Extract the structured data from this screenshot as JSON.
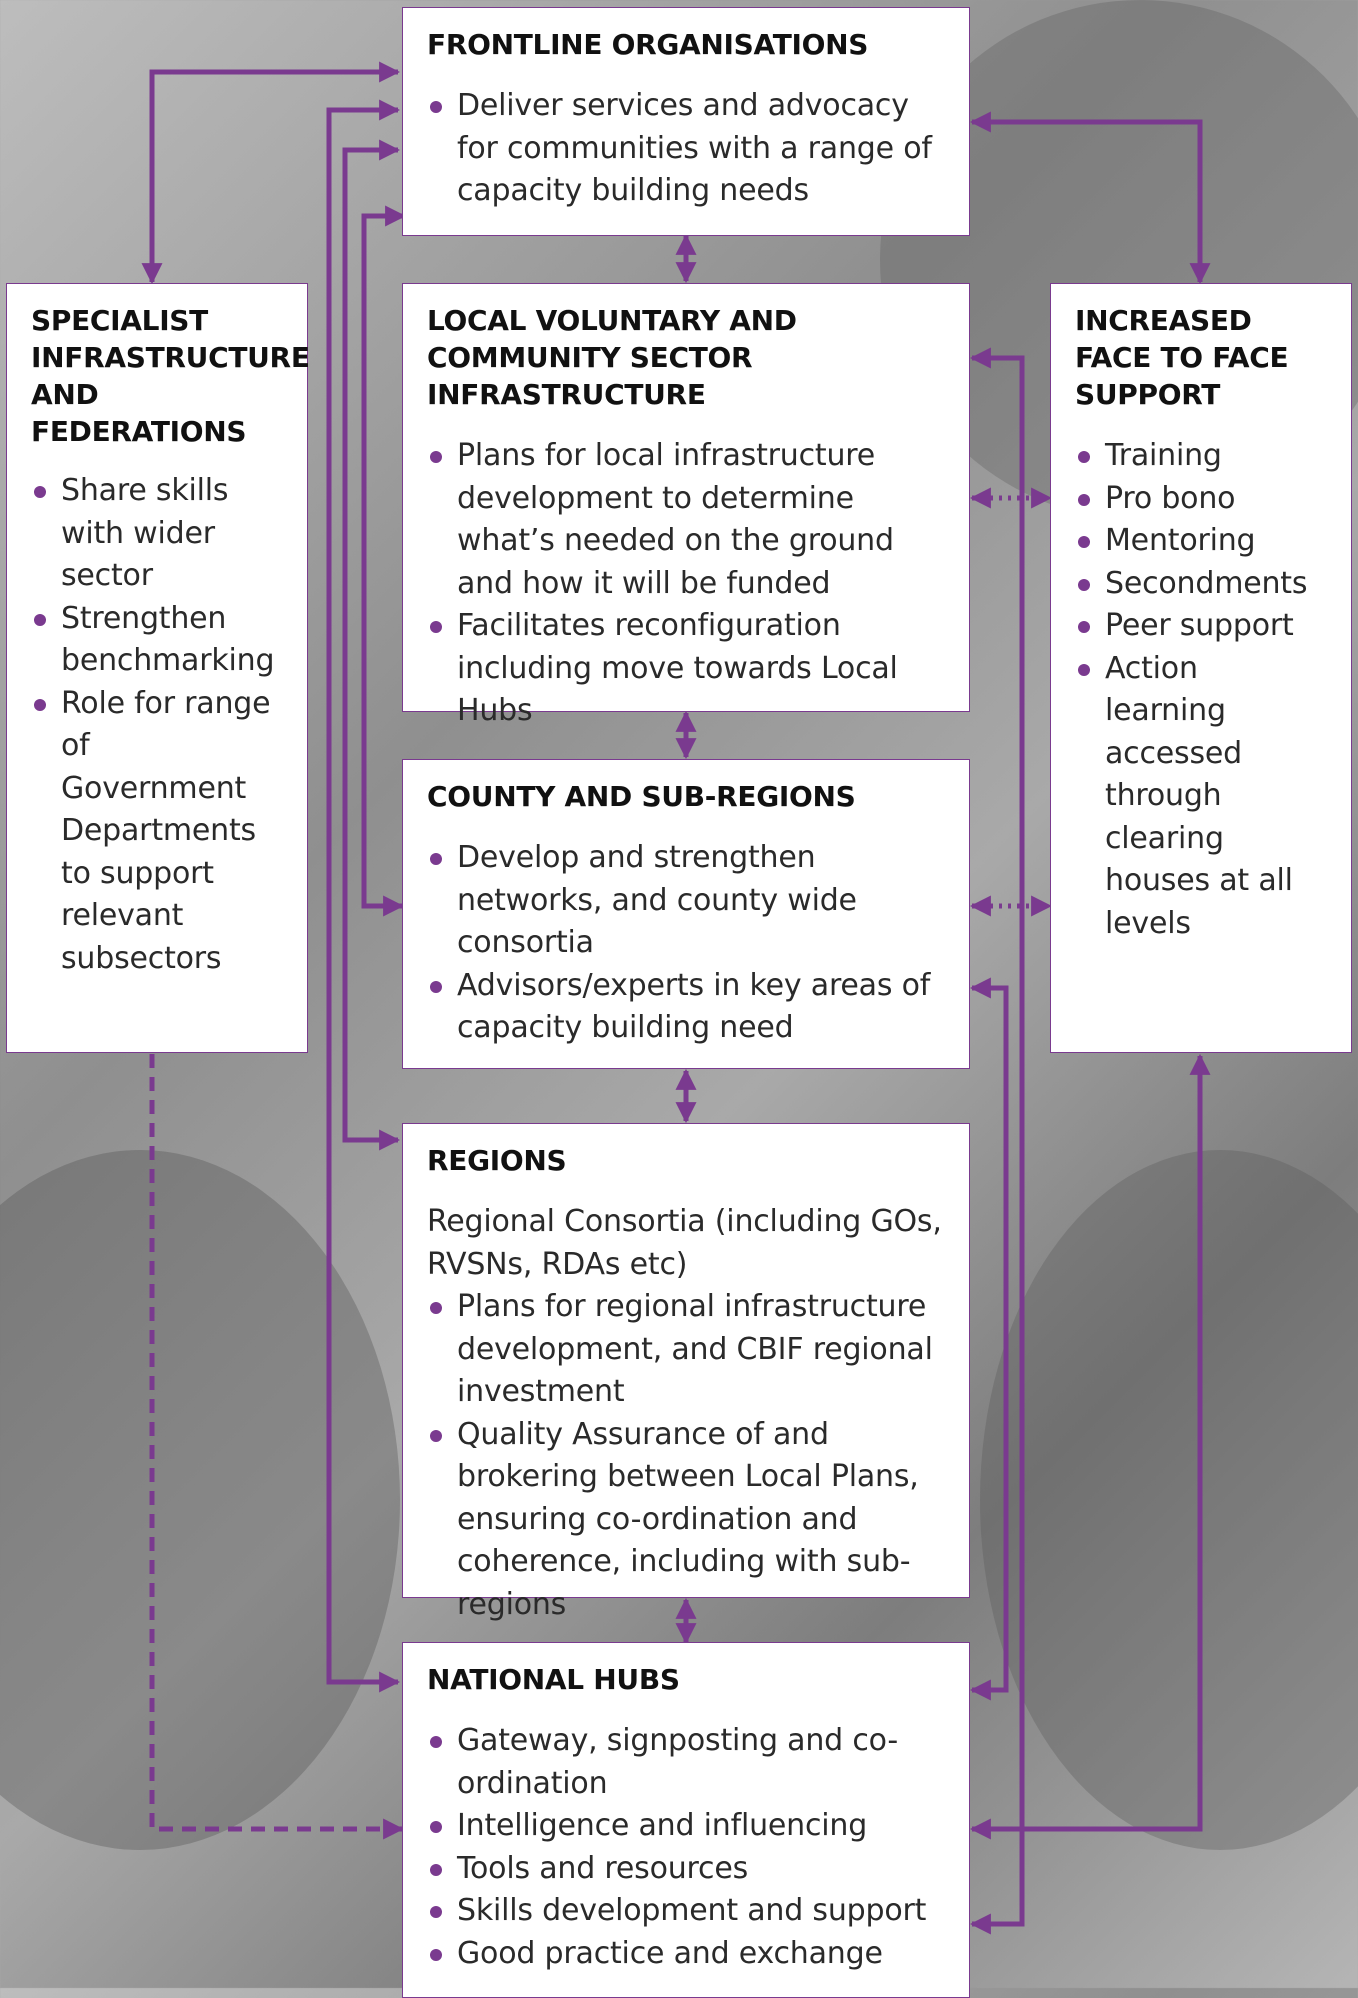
{
  "colors": {
    "accent": "#7a3a8f",
    "box_background": "#ffffff"
  },
  "boxes": {
    "frontline": {
      "title": "FRONTLINE ORGANISATIONS",
      "bullets": [
        "Deliver services and advocacy for communities with a range of capacity building needs"
      ]
    },
    "local": {
      "title": "LOCAL VOLUNTARY AND COMMUNITY SECTOR INFRASTRUCTURE",
      "bullets": [
        "Plans for local infrastructure development to determine what’s needed on the ground and how it will be funded",
        "Facilitates reconfiguration including move towards Local Hubs"
      ]
    },
    "county": {
      "title": "COUNTY AND SUB-REGIONS",
      "bullets": [
        "Develop and strengthen networks, and county wide consortia",
        "Advisors/experts in key areas of capacity building need"
      ]
    },
    "regions": {
      "title": "REGIONS",
      "intro": "Regional Consortia (including GOs, RVSNs, RDAs etc)",
      "bullets": [
        "Plans for regional infrastructure development, and CBIF regional investment",
        "Quality Assurance of and brokering between Local Plans, ensuring co-ordination and coherence, including with sub-regions"
      ]
    },
    "national": {
      "title": "NATIONAL HUBS",
      "bullets": [
        "Gateway, signposting and co-ordination",
        "Intelligence and influencing",
        "Tools and resources",
        "Skills development and support",
        "Good practice and exchange"
      ]
    },
    "specialist": {
      "title": "SPECIALIST INFRASTRUCTURE AND FEDERATIONS",
      "bullets": [
        "Share skills with wider sector",
        "Strengthen benchmarking",
        "Role for range of Government Departments to support relevant subsectors"
      ]
    },
    "facetoface": {
      "title": "INCREASED FACE TO FACE SUPPORT",
      "bullets": [
        "Training",
        "Pro bono",
        "Mentoring",
        "Secondments",
        "Peer support",
        "Action learning accessed through clearing houses at all levels"
      ]
    }
  }
}
